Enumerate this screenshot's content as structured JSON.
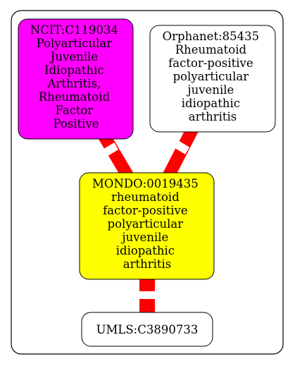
{
  "colors": {
    "background": "#ffffff",
    "border": "#000000",
    "edge": "#ff0000",
    "ncit_fill": "#ff00ff",
    "orphanet_fill": "#ffffff",
    "mondo_fill": "#ffff00",
    "umls_fill": "#ffffff"
  },
  "nodes": {
    "ncit": {
      "lines": [
        "NCIT:C119034",
        "Polyarticular",
        "Juvenile",
        "Idiopathic",
        "Arthritis,",
        "Rheumatoid",
        "Factor",
        "Positive"
      ]
    },
    "orphanet": {
      "lines": [
        "Orphanet:85435",
        "Rheumatoid",
        "factor-positive",
        "polyarticular",
        "juvenile",
        "idiopathic",
        "arthritis"
      ]
    },
    "mondo": {
      "lines": [
        "MONDO:0019435",
        "rheumatoid",
        "factor-positive",
        "polyarticular",
        "juvenile",
        "idiopathic",
        "arthritis"
      ]
    },
    "umls": {
      "lines": [
        "UMLS:C3890733"
      ]
    }
  },
  "edges": [
    {
      "from": "ncit",
      "to": "mondo"
    },
    {
      "from": "orphanet",
      "to": "mondo"
    },
    {
      "from": "mondo",
      "to": "umls"
    }
  ]
}
